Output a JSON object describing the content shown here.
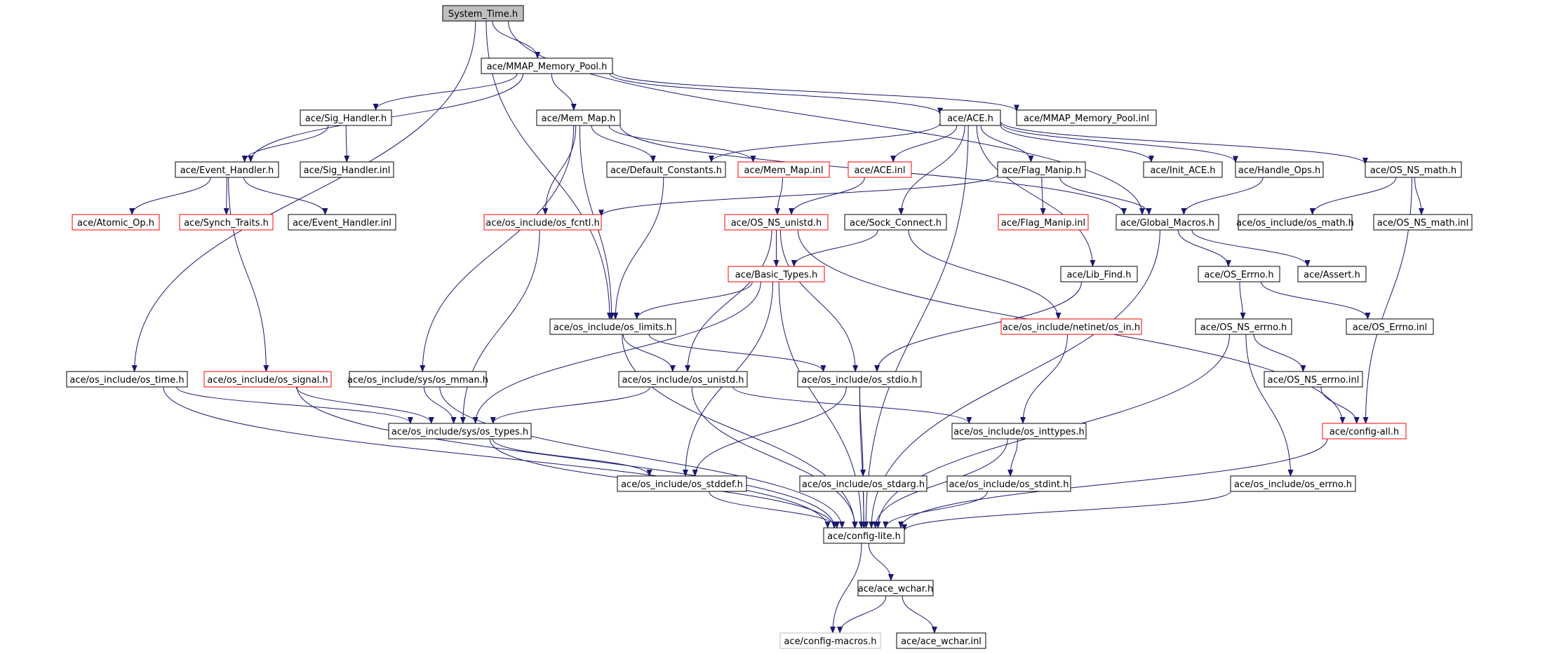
{
  "graph": {
    "title": "System_Time.h",
    "colors": {
      "root_fill": "#bfbfbf",
      "root_border": "#000000",
      "node_border_normal": "#000000",
      "node_border_truncated": "#ff0000",
      "node_border_external": "#bfbfbf",
      "edge": "#191970",
      "text": "#000000"
    },
    "nodes": [
      {
        "id": "n_system_time",
        "label": "System_Time.h",
        "kind": "root"
      },
      {
        "id": "n_mmap_pool",
        "label": "ace/MMAP_Memory_Pool.h",
        "kind": "normal"
      },
      {
        "id": "n_sig_handler",
        "label": "ace/Sig_Handler.h",
        "kind": "normal"
      },
      {
        "id": "n_mem_map",
        "label": "ace/Mem_Map.h",
        "kind": "normal"
      },
      {
        "id": "n_ace_h",
        "label": "ace/ACE.h",
        "kind": "normal"
      },
      {
        "id": "n_mmap_inl",
        "label": "ace/MMAP_Memory_Pool.inl",
        "kind": "normal"
      },
      {
        "id": "n_event_handler",
        "label": "ace/Event_Handler.h",
        "kind": "normal"
      },
      {
        "id": "n_sig_handler_inl",
        "label": "ace/Sig_Handler.inl",
        "kind": "normal"
      },
      {
        "id": "n_default_constants",
        "label": "ace/Default_Constants.h",
        "kind": "normal"
      },
      {
        "id": "n_mem_map_inl",
        "label": "ace/Mem_Map.inl",
        "kind": "truncated"
      },
      {
        "id": "n_ace_inl",
        "label": "ace/ACE.inl",
        "kind": "truncated"
      },
      {
        "id": "n_flag_manip",
        "label": "ace/Flag_Manip.h",
        "kind": "normal"
      },
      {
        "id": "n_init_ace",
        "label": "ace/Init_ACE.h",
        "kind": "normal"
      },
      {
        "id": "n_handle_ops",
        "label": "ace/Handle_Ops.h",
        "kind": "normal"
      },
      {
        "id": "n_os_ns_math",
        "label": "ace/OS_NS_math.h",
        "kind": "normal"
      },
      {
        "id": "n_atomic_op",
        "label": "ace/Atomic_Op.h",
        "kind": "truncated"
      },
      {
        "id": "n_synch_traits",
        "label": "ace/Synch_Traits.h",
        "kind": "truncated"
      },
      {
        "id": "n_event_handler_inl",
        "label": "ace/Event_Handler.inl",
        "kind": "normal"
      },
      {
        "id": "n_os_fcntl",
        "label": "ace/os_include/os_fcntl.h",
        "kind": "truncated"
      },
      {
        "id": "n_os_ns_unistd",
        "label": "ace/OS_NS_unistd.h",
        "kind": "truncated"
      },
      {
        "id": "n_sock_connect",
        "label": "ace/Sock_Connect.h",
        "kind": "normal"
      },
      {
        "id": "n_flag_manip_inl",
        "label": "ace/Flag_Manip.inl",
        "kind": "truncated"
      },
      {
        "id": "n_global_macros",
        "label": "ace/Global_Macros.h",
        "kind": "normal"
      },
      {
        "id": "n_os_math",
        "label": "ace/os_include/os_math.h",
        "kind": "normal"
      },
      {
        "id": "n_os_ns_math_inl",
        "label": "ace/OS_NS_math.inl",
        "kind": "normal"
      },
      {
        "id": "n_basic_types",
        "label": "ace/Basic_Types.h",
        "kind": "truncated"
      },
      {
        "id": "n_lib_find",
        "label": "ace/Lib_Find.h",
        "kind": "normal"
      },
      {
        "id": "n_os_errno_h",
        "label": "ace/OS_Errno.h",
        "kind": "normal"
      },
      {
        "id": "n_assert",
        "label": "ace/Assert.h",
        "kind": "normal"
      },
      {
        "id": "n_os_limits",
        "label": "ace/os_include/os_limits.h",
        "kind": "normal"
      },
      {
        "id": "n_os_in",
        "label": "ace/os_include/netinet/os_in.h",
        "kind": "truncated"
      },
      {
        "id": "n_os_ns_errno",
        "label": "ace/OS_NS_errno.h",
        "kind": "normal"
      },
      {
        "id": "n_os_errno_inl",
        "label": "ace/OS_Errno.inl",
        "kind": "normal"
      },
      {
        "id": "n_os_time",
        "label": "ace/os_include/os_time.h",
        "kind": "normal"
      },
      {
        "id": "n_os_signal",
        "label": "ace/os_include/os_signal.h",
        "kind": "truncated"
      },
      {
        "id": "n_os_mman",
        "label": "ace/os_include/sys/os_mman.h",
        "kind": "normal"
      },
      {
        "id": "n_os_unistd",
        "label": "ace/os_include/os_unistd.h",
        "kind": "normal"
      },
      {
        "id": "n_os_stdio",
        "label": "ace/os_include/os_stdio.h",
        "kind": "normal"
      },
      {
        "id": "n_os_ns_errno_inl",
        "label": "ace/OS_NS_errno.inl",
        "kind": "normal"
      },
      {
        "id": "n_os_types",
        "label": "ace/os_include/sys/os_types.h",
        "kind": "normal"
      },
      {
        "id": "n_os_inttypes",
        "label": "ace/os_include/os_inttypes.h",
        "kind": "normal"
      },
      {
        "id": "n_config_all",
        "label": "ace/config-all.h",
        "kind": "truncated"
      },
      {
        "id": "n_os_stddef",
        "label": "ace/os_include/os_stddef.h",
        "kind": "normal"
      },
      {
        "id": "n_os_stdarg",
        "label": "ace/os_include/os_stdarg.h",
        "kind": "normal"
      },
      {
        "id": "n_os_stdint",
        "label": "ace/os_include/os_stdint.h",
        "kind": "normal"
      },
      {
        "id": "n_os_errno_os",
        "label": "ace/os_include/os_errno.h",
        "kind": "normal"
      },
      {
        "id": "n_config_lite",
        "label": "ace/config-lite.h",
        "kind": "normal"
      },
      {
        "id": "n_ace_wchar",
        "label": "ace/ace_wchar.h",
        "kind": "normal"
      },
      {
        "id": "n_config_macros",
        "label": "ace/config-macros.h",
        "kind": "external"
      },
      {
        "id": "n_ace_wchar_inl",
        "label": "ace/ace_wchar.inl",
        "kind": "normal"
      }
    ],
    "edges": [
      [
        "n_system_time",
        "n_mmap_pool"
      ],
      [
        "n_system_time",
        "n_os_limits"
      ],
      [
        "n_system_time",
        "n_os_time"
      ],
      [
        "n_system_time",
        "n_global_macros"
      ],
      [
        "n_mmap_pool",
        "n_sig_handler"
      ],
      [
        "n_mmap_pool",
        "n_mem_map"
      ],
      [
        "n_mmap_pool",
        "n_ace_h"
      ],
      [
        "n_mmap_pool",
        "n_mmap_inl"
      ],
      [
        "n_mmap_pool",
        "n_event_handler"
      ],
      [
        "n_sig_handler",
        "n_event_handler"
      ],
      [
        "n_sig_handler",
        "n_sig_handler_inl"
      ],
      [
        "n_event_handler",
        "n_atomic_op"
      ],
      [
        "n_event_handler",
        "n_synch_traits"
      ],
      [
        "n_event_handler",
        "n_event_handler_inl"
      ],
      [
        "n_event_handler",
        "n_os_signal"
      ],
      [
        "n_mem_map",
        "n_default_constants"
      ],
      [
        "n_mem_map",
        "n_mem_map_inl"
      ],
      [
        "n_mem_map",
        "n_os_fcntl"
      ],
      [
        "n_mem_map",
        "n_os_limits"
      ],
      [
        "n_mem_map",
        "n_os_mman"
      ],
      [
        "n_mem_map",
        "n_global_macros"
      ],
      [
        "n_ace_h",
        "n_default_constants"
      ],
      [
        "n_ace_h",
        "n_ace_inl"
      ],
      [
        "n_ace_h",
        "n_flag_manip"
      ],
      [
        "n_ace_h",
        "n_init_ace"
      ],
      [
        "n_ace_h",
        "n_handle_ops"
      ],
      [
        "n_ace_h",
        "n_os_ns_math"
      ],
      [
        "n_ace_h",
        "n_sock_connect"
      ],
      [
        "n_ace_h",
        "n_lib_find"
      ],
      [
        "n_ace_h",
        "n_config_lite"
      ],
      [
        "n_default_constants",
        "n_os_limits"
      ],
      [
        "n_mem_map_inl",
        "n_os_ns_unistd"
      ],
      [
        "n_ace_inl",
        "n_os_ns_unistd"
      ],
      [
        "n_flag_manip",
        "n_os_fcntl"
      ],
      [
        "n_flag_manip",
        "n_flag_manip_inl"
      ],
      [
        "n_flag_manip",
        "n_global_macros"
      ],
      [
        "n_handle_ops",
        "n_global_macros"
      ],
      [
        "n_os_ns_math",
        "n_os_math"
      ],
      [
        "n_os_ns_math",
        "n_os_ns_math_inl"
      ],
      [
        "n_os_ns_math",
        "n_config_all"
      ],
      [
        "n_os_fcntl",
        "n_os_types"
      ],
      [
        "n_os_ns_unistd",
        "n_basic_types"
      ],
      [
        "n_os_ns_unistd",
        "n_os_unistd"
      ],
      [
        "n_os_ns_unistd",
        "n_os_stdio"
      ],
      [
        "n_os_ns_unistd",
        "n_config_all"
      ],
      [
        "n_sock_connect",
        "n_basic_types"
      ],
      [
        "n_sock_connect",
        "n_os_in"
      ],
      [
        "n_global_macros",
        "n_os_errno_h"
      ],
      [
        "n_global_macros",
        "n_assert"
      ],
      [
        "n_global_macros",
        "n_config_lite"
      ],
      [
        "n_basic_types",
        "n_os_limits"
      ],
      [
        "n_basic_types",
        "n_os_types"
      ],
      [
        "n_basic_types",
        "n_os_stddef"
      ],
      [
        "n_basic_types",
        "n_config_lite"
      ],
      [
        "n_lib_find",
        "n_os_stdio"
      ],
      [
        "n_os_errno_h",
        "n_os_ns_errno"
      ],
      [
        "n_os_errno_h",
        "n_os_errno_inl"
      ],
      [
        "n_os_limits",
        "n_os_unistd"
      ],
      [
        "n_os_limits",
        "n_os_stdio"
      ],
      [
        "n_os_limits",
        "n_config_lite"
      ],
      [
        "n_os_in",
        "n_os_inttypes"
      ],
      [
        "n_os_ns_errno",
        "n_os_ns_errno_inl"
      ],
      [
        "n_os_ns_errno",
        "n_os_errno_os"
      ],
      [
        "n_os_ns_errno",
        "n_config_lite"
      ],
      [
        "n_os_ns_errno_inl",
        "n_config_all"
      ],
      [
        "n_os_time",
        "n_os_types"
      ],
      [
        "n_os_time",
        "n_config_lite"
      ],
      [
        "n_os_signal",
        "n_os_types"
      ],
      [
        "n_os_signal",
        "n_config_lite"
      ],
      [
        "n_os_mman",
        "n_os_types"
      ],
      [
        "n_os_mman",
        "n_config_lite"
      ],
      [
        "n_os_unistd",
        "n_os_types"
      ],
      [
        "n_os_unistd",
        "n_os_inttypes"
      ],
      [
        "n_os_unistd",
        "n_config_lite"
      ],
      [
        "n_os_stdio",
        "n_os_stddef"
      ],
      [
        "n_os_stdio",
        "n_os_stdarg"
      ],
      [
        "n_os_stdio",
        "n_config_lite"
      ],
      [
        "n_os_types",
        "n_os_stddef"
      ],
      [
        "n_os_types",
        "n_config_lite"
      ],
      [
        "n_os_inttypes",
        "n_os_stdint"
      ],
      [
        "n_os_inttypes",
        "n_config_lite"
      ],
      [
        "n_config_all",
        "n_config_lite"
      ],
      [
        "n_os_stddef",
        "n_config_lite"
      ],
      [
        "n_os_stdarg",
        "n_config_lite"
      ],
      [
        "n_os_stdint",
        "n_config_lite"
      ],
      [
        "n_os_errno_os",
        "n_config_lite"
      ],
      [
        "n_config_lite",
        "n_ace_wchar"
      ],
      [
        "n_config_lite",
        "n_config_macros"
      ],
      [
        "n_ace_wchar",
        "n_config_macros"
      ],
      [
        "n_ace_wchar",
        "n_ace_wchar_inl"
      ]
    ]
  }
}
